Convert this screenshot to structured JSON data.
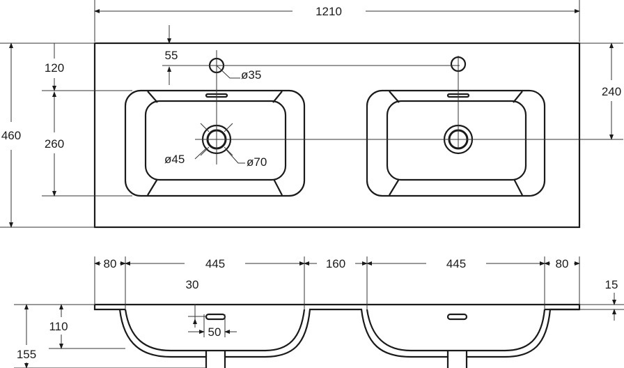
{
  "top_view": {
    "overall_width": "1210",
    "overall_depth": "460",
    "tap_offset_from_back": "120",
    "basin_depth": "260",
    "tap_hole_edge": "55",
    "tap_hole_diameter": "ø35",
    "drain_diameter_inner": "ø45",
    "drain_diameter_outer": "ø70",
    "drain_from_back": "240"
  },
  "front_view": {
    "left_margin": "80",
    "left_basin_width": "445",
    "middle_gap": "160",
    "right_basin_width": "445",
    "right_margin": "80",
    "overflow_height": "30",
    "overflow_width": "50",
    "slab_thickness": "15",
    "total_height": "155",
    "overflow_from_top": "110"
  }
}
